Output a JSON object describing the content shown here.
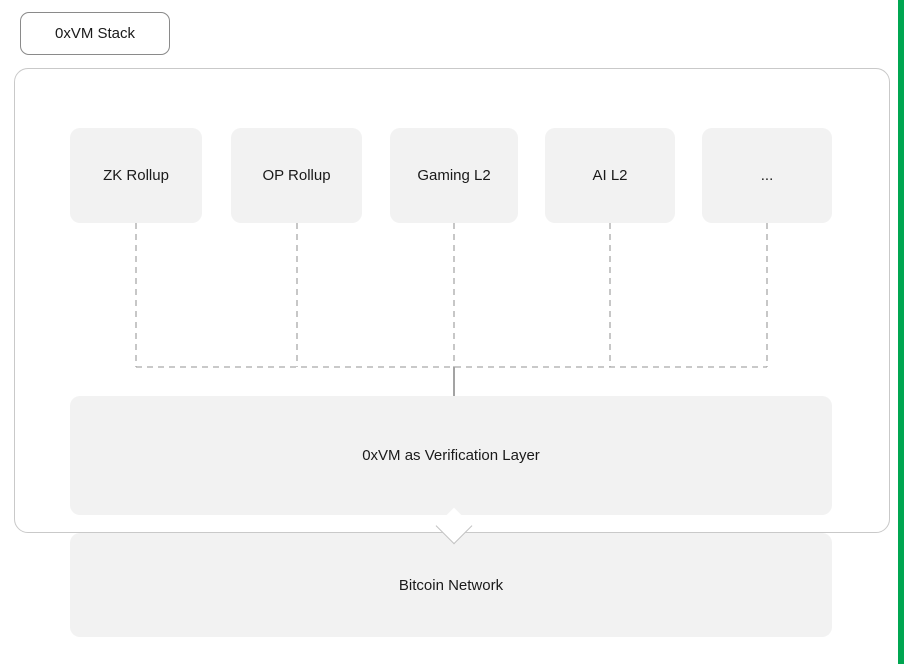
{
  "page": {
    "accent_strip_color": "#00a651"
  },
  "badge": {
    "label": "0xVM Stack"
  },
  "diagram": {
    "l2_boxes": [
      "ZK Rollup",
      "OP Rollup",
      "Gaming L2",
      "AI L2",
      "..."
    ],
    "verification_label": "0xVM as Verification Layer",
    "bitcoin_label": "Bitcoin Network"
  }
}
